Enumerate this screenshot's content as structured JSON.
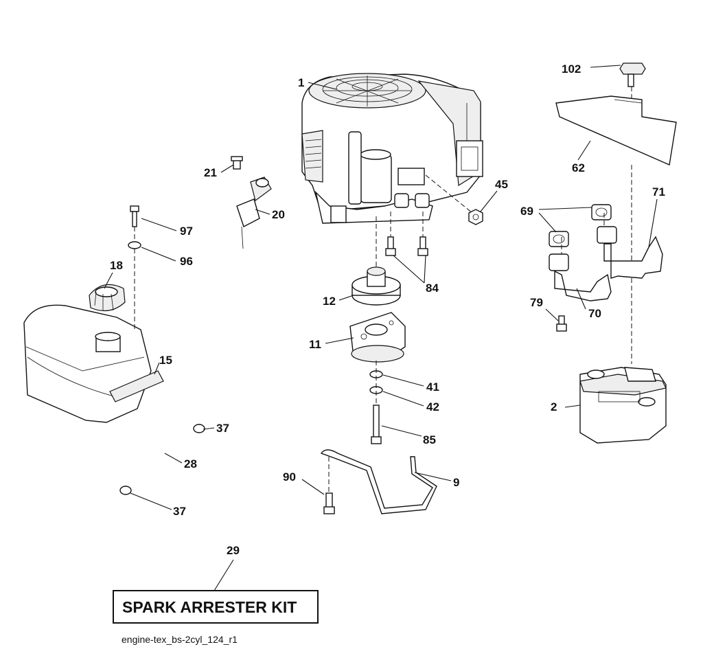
{
  "diagram": {
    "kit_label": "SPARK ARRESTER KIT",
    "reference_code": "engine-tex_bs-2cyl_124_r1",
    "callouts": {
      "c1": "1",
      "c2": "2",
      "c9": "9",
      "c11": "11",
      "c12": "12",
      "c15": "15",
      "c18": "18",
      "c20": "20",
      "c21": "21",
      "c28": "28",
      "c29": "29",
      "c37a": "37",
      "c37b": "37",
      "c41": "41",
      "c42": "42",
      "c45": "45",
      "c62": "62",
      "c69": "69",
      "c70": "70",
      "c71": "71",
      "c79": "79",
      "c84": "84",
      "c85": "85",
      "c90": "90",
      "c96": "96",
      "c97": "97",
      "c102": "102"
    }
  }
}
